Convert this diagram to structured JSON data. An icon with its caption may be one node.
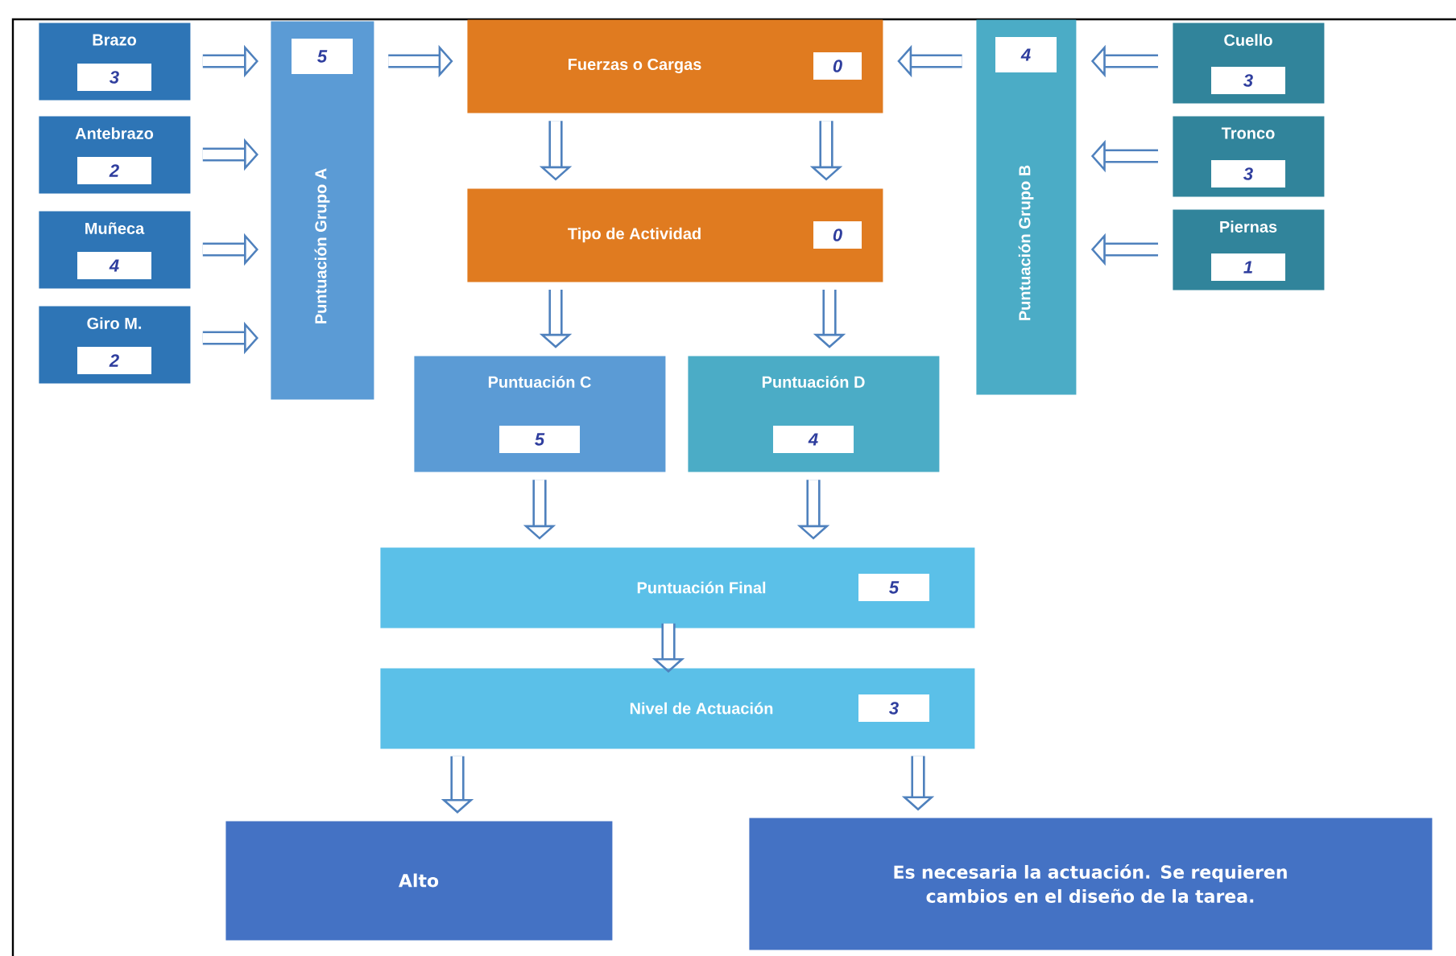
{
  "diagram": {
    "nodes": [
      {
        "text": [
          "Brazo",
          "3"
        ]
      },
      {
        "text": [
          "Antebrazo",
          "2"
        ]
      },
      {
        "text": [
          "Muñeca",
          "4"
        ]
      },
      {
        "text": [
          "Giro M.",
          "2"
        ]
      },
      {
        "text": [
          "Puntuación Grupo A",
          "5"
        ]
      },
      {
        "text": [
          "Fuerzas o Cargas",
          "0"
        ]
      },
      {
        "text": [
          "Puntuación Grupo B",
          "4"
        ]
      },
      {
        "text": [
          "Cuello",
          "3"
        ]
      },
      {
        "text": [
          "Tronco",
          "3"
        ]
      },
      {
        "text": [
          "Piernas",
          "1"
        ]
      },
      {
        "text": [
          "Tipo de Actividad",
          "0"
        ]
      },
      {
        "text": [
          "Puntuación C",
          "5"
        ]
      },
      {
        "text": [
          "Puntuación D",
          "4"
        ]
      },
      {
        "text": [
          "Puntuación Final",
          "5"
        ]
      },
      {
        "text": [
          "Nivel de Actuación",
          "3"
        ]
      },
      {
        "text": [
          "Alto"
        ]
      },
      {
        "text": [
          "Es necesaria la actuación. Se requieren cambios en el diseño de la tarea."
        ]
      }
    ],
    "edges": [
      {
        "from": 0,
        "to": 4,
        "arrow": "to"
      },
      {
        "from": 1,
        "to": 4,
        "arrow": "to"
      },
      {
        "from": 2,
        "to": 4,
        "arrow": "to"
      },
      {
        "from": 3,
        "to": 4,
        "arrow": "to"
      },
      {
        "from": 4,
        "to": 5,
        "arrow": "to"
      },
      {
        "from": 7,
        "to": 6,
        "arrow": "to"
      },
      {
        "from": 8,
        "to": 6,
        "arrow": "to"
      },
      {
        "from": 9,
        "to": 6,
        "arrow": "to"
      },
      {
        "from": 6,
        "to": 5,
        "arrow": "to"
      },
      {
        "from": 5,
        "to": 10,
        "arrow": "to"
      },
      {
        "from": 5,
        "to": 10,
        "arrow": "to"
      },
      {
        "from": 10,
        "to": 11,
        "arrow": "to"
      },
      {
        "from": 10,
        "to": 12,
        "arrow": "to"
      },
      {
        "from": 11,
        "to": 13,
        "arrow": "to"
      },
      {
        "from": 12,
        "to": 13,
        "arrow": "to"
      },
      {
        "from": 13,
        "to": 14,
        "arrow": "to"
      },
      {
        "from": 14,
        "to": 15,
        "arrow": "to"
      },
      {
        "from": 14,
        "to": 16,
        "arrow": "to"
      }
    ]
  }
}
